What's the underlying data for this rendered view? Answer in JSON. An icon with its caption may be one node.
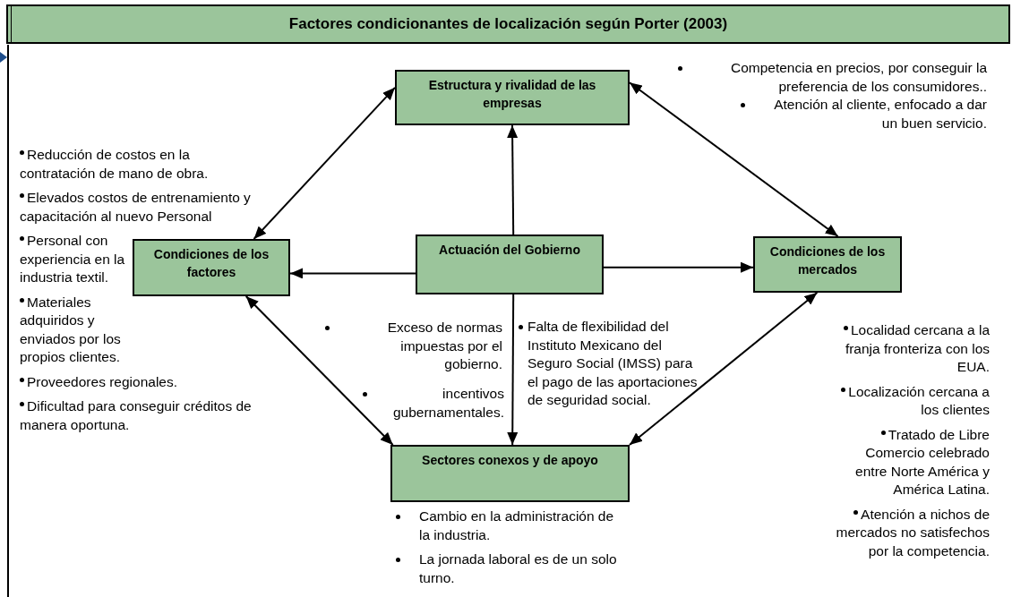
{
  "diagram": {
    "title": "Factores condicionantes de localización según Porter (2003)",
    "nodes": [
      {
        "text": [
          "Estructura y rivalidad de las empresas"
        ]
      },
      {
        "text": [
          "Condiciones de los factores"
        ]
      },
      {
        "text": [
          "Actuación del Gobierno"
        ]
      },
      {
        "text": [
          "Condiciones de los mercados"
        ]
      },
      {
        "text": [
          "Sectores conexos y de apoyo"
        ]
      }
    ],
    "edges": [
      {
        "from": 0,
        "to": 1,
        "arrow": "both"
      },
      {
        "from": 0,
        "to": 3,
        "arrow": "both"
      },
      {
        "from": 2,
        "to": 0,
        "arrow": "to"
      },
      {
        "from": 2,
        "to": 1,
        "arrow": "to"
      },
      {
        "from": 2,
        "to": 3,
        "arrow": "to"
      },
      {
        "from": 2,
        "to": 4,
        "arrow": "to"
      },
      {
        "from": 1,
        "to": 4,
        "arrow": "both"
      },
      {
        "from": 3,
        "to": 4,
        "arrow": "both"
      }
    ],
    "labels": [
      "Competencia en precios, por conseguir la preferencia de los consumidores..",
      "Atención al cliente, enfocado a dar un buen servicio.",
      "Reducción de costos en la contratación de mano de obra.",
      "Elevados costos de entrenamiento y capacitación al nuevo Personal",
      "Personal con experiencia en la industria textil.",
      "Materiales adquiridos y enviados por los propios clientes.",
      "Proveedores regionales.",
      "Dificultad para conseguir créditos de manera oportuna.",
      "Exceso de normas impuestas por el gobierno.",
      "incentivos gubernamentales.",
      "Falta de flexibilidad del Instituto Mexicano del Seguro Social (IMSS) para el pago de las aportaciones de seguridad social.",
      "Localidad cercana a la franja fronteriza con los EUA.",
      "Localización cercana a los clientes",
      "Tratado de Libre Comercio celebrado entre Norte América y América Latina.",
      "Atención a nichos de mercados no satisfechos por la competencia.",
      "Cambio en la administración de la industria.",
      "La jornada laboral es de un solo turno."
    ]
  }
}
